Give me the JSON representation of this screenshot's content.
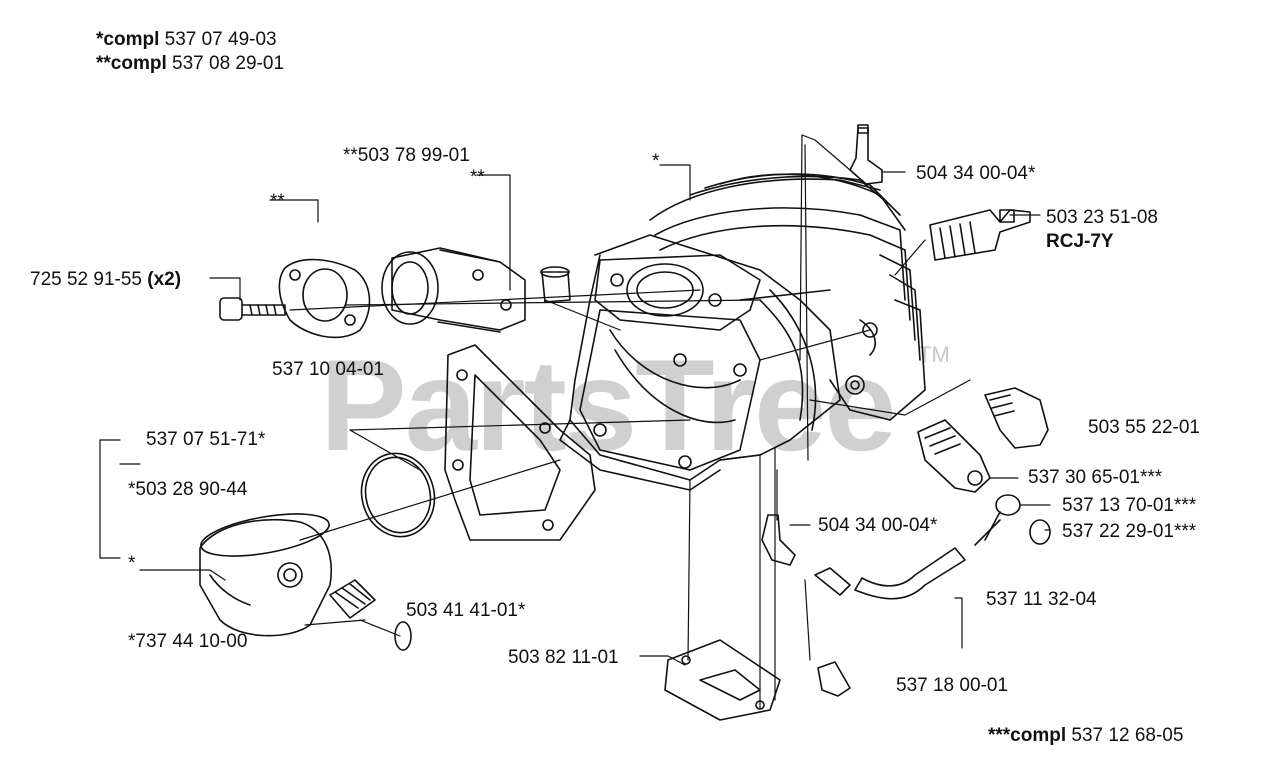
{
  "notes": {
    "compl1_prefix": "*compl",
    "compl1_num": "537 07 49-03",
    "compl2_prefix": "**compl",
    "compl2_num": "537 08 29-01",
    "compl3_prefix": "***compl",
    "compl3_num": "537 12 68-05"
  },
  "watermark": {
    "text": "PartsTree",
    "tm": "TM"
  },
  "labels": {
    "p503_78_99": "**503 78 99-01",
    "star2_a": "**",
    "star2_b": "**",
    "star1_cyl": "*",
    "p725_52_91": "725 52 91-55",
    "p725_qty": "(x2)",
    "p537_10_04": "537 10 04-01",
    "p537_07_51": "537 07 51-71*",
    "p503_28_90": "*503 28 90-44",
    "star1_piston": "*",
    "p503_41_41": "503 41 41-01*",
    "p737_44_10": "*737 44 10-00",
    "p504_34_top": "504 34 00-04*",
    "p503_23_51": "503 23 51-08",
    "rcj": "RCJ-7Y",
    "p503_55_22": "503 55 22-01",
    "p537_30_65": "537 30 65-01***",
    "p537_13_70": "537 13 70-01***",
    "p537_22_29": "537 22 29-01***",
    "p504_34_low": "504 34 00-04*",
    "p537_11_32": "537 11 32-04",
    "p503_82_11": "503 82 11-01",
    "p537_18_00": "537 18 00-01"
  }
}
